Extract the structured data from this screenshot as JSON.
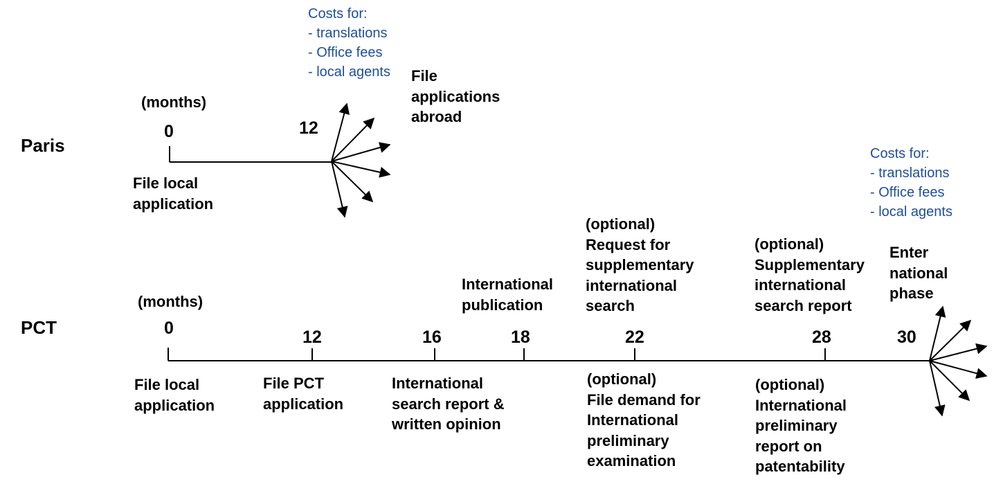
{
  "colors": {
    "text": "#000000",
    "costs": "#1f4e9a"
  },
  "paris": {
    "label": "Paris",
    "units": "(months)",
    "tick_0": "0",
    "tick_12": "12",
    "costs": "Costs for:\n- translations\n- Office fees\n- local agents",
    "start_event": "File local\napplication",
    "end_event": "File\napplications\nabroad"
  },
  "pct": {
    "label": "PCT",
    "units": "(months)",
    "ticks": [
      "0",
      "12",
      "16",
      "18",
      "22",
      "28",
      "30"
    ],
    "costs": "Costs for:\n- translations\n- Office fees\n- local agents",
    "above": {
      "publication": "International\npublication",
      "supp_request": "(optional)\nRequest for\nsupplementary\ninternational\nsearch",
      "supp_report": "(optional)\nSupplementary\ninternational\nsearch report",
      "national": "Enter\nnational\nphase"
    },
    "below": {
      "local": "File local\napplication",
      "pct_app": "File PCT\napplication",
      "isr": "International\nsearch report &\nwritten opinion",
      "demand": "(optional)\nFile demand for\nInternational\npreliminary\nexamination",
      "iprp": "(optional)\nInternational\npreliminary\nreport on\npatentability"
    }
  }
}
